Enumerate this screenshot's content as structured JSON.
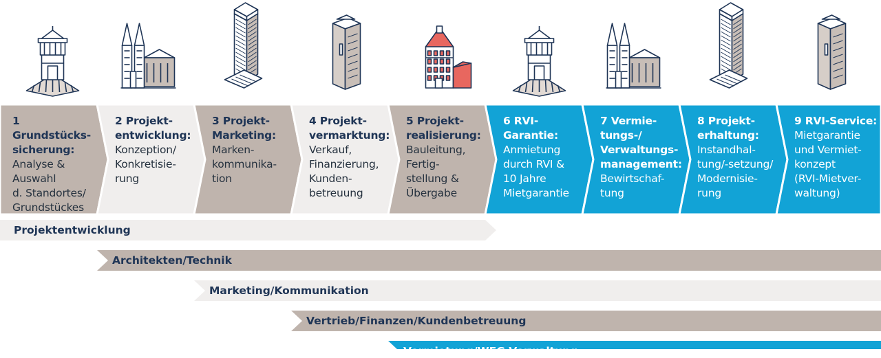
{
  "colors": {
    "taupe": "#bfb4ad",
    "light": "#f0eeed",
    "blue": "#12a3d6",
    "navy": "#1f3556",
    "red": "#e8675f",
    "stone": "#d6cec8"
  },
  "steps": [
    {
      "title": "1 Grundstücks-\nsicherung:",
      "desc": "Analyse &\nAuswahl\nd. Standortes/\nGrundstückes",
      "color": "taupe",
      "icon": "water-tower-icon"
    },
    {
      "title": "2 Projekt-\nentwicklung:",
      "desc": "Konzeption/\nKonkretisie-\nrung",
      "color": "light",
      "icon": "cathedral-icon"
    },
    {
      "title": "3 Projekt-\nMarketing:",
      "desc": "Marken-\nkommunika-\ntion",
      "color": "taupe",
      "icon": "skyscraper-icon"
    },
    {
      "title": "4 Projekt-\nvermarktung:",
      "desc": "Verkauf,\nFinanzierung,\nKunden-\nbetreuung",
      "color": "light",
      "icon": "tower-block-icon"
    },
    {
      "title": "5 Projekt-\nrealisierung:",
      "desc": "Bauleitung,\nFertig-\nstellung &\nÜbergabe",
      "color": "taupe",
      "icon": "townhall-icon"
    },
    {
      "title": "6 RVI-\nGarantie:",
      "desc": "Anmietung\ndurch RVI &\n10 Jahre\nMietgarantie",
      "color": "blue",
      "icon": "water-tower-icon"
    },
    {
      "title": "7 Vermie-\ntungs-/\nVerwaltungs-\nmanagement:",
      "desc": "Bewirtschaf-\ntung",
      "color": "blue",
      "icon": "cathedral-icon"
    },
    {
      "title": "8 Projekt-\nerhaltung:",
      "desc": "Instandhal-\ntung/-setzung/\nModernisie-\nrung",
      "color": "blue",
      "icon": "skyscraper-icon"
    },
    {
      "title": "9 RVI-Service:",
      "desc": "Mietgarantie\nund Vermiet-\nkonzept\n(RVI-Mietver-\nwaltung)",
      "color": "blue",
      "icon": "tower-block-icon"
    }
  ],
  "bars": [
    {
      "label": "Projektentwicklung",
      "color": "light",
      "start_step": 1,
      "end_step": 5
    },
    {
      "label": "Architekten/Technik",
      "color": "taupe",
      "start_step": 2,
      "end_step": 9
    },
    {
      "label": "Marketing/Kommunikation",
      "color": "light",
      "start_step": 3,
      "end_step": 9
    },
    {
      "label": "Vertrieb/Finanzen/Kundenbetreuung",
      "color": "taupe",
      "start_step": 4,
      "end_step": 9
    },
    {
      "label": "Vermietung/WEG-Verwaltung",
      "color": "blue",
      "start_step": 5,
      "end_step": 9
    }
  ]
}
